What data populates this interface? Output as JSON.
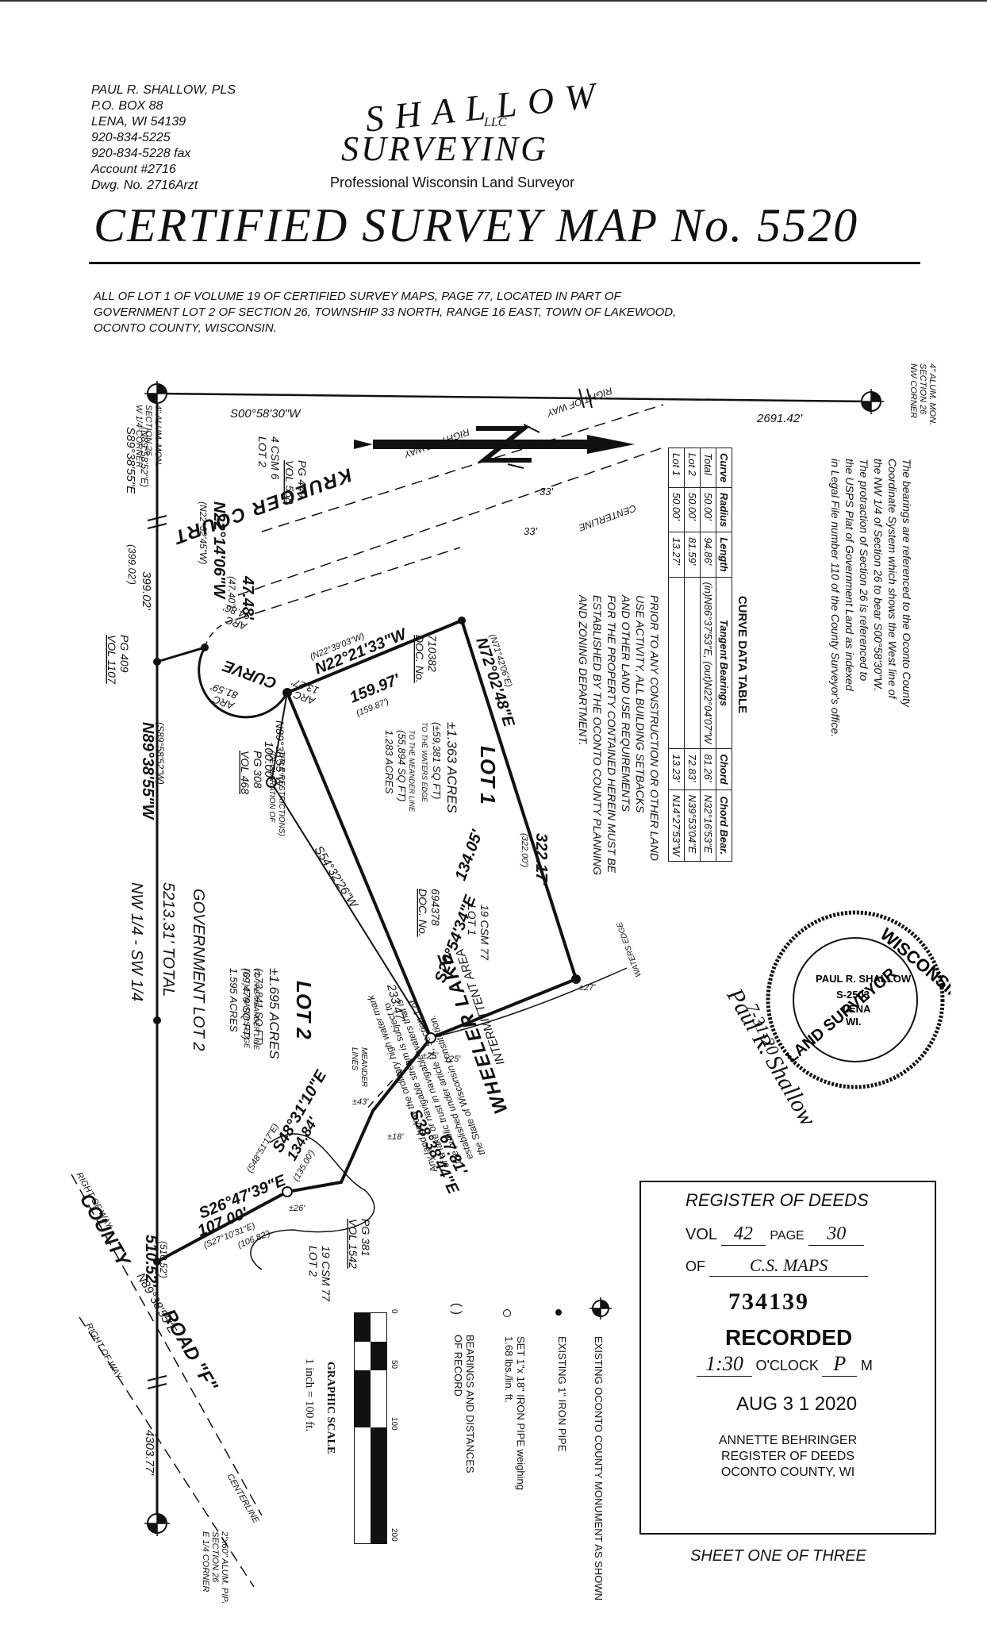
{
  "header": {
    "contact_lines": [
      "PAUL R. SHALLOW, PLS",
      "P.O. BOX 88",
      "LENA, WI 54139",
      "920-834-5225",
      "920-834-5228 fax",
      "Account #2716",
      "Dwg. No. 2716Arzt"
    ],
    "logo_shallow": "SHALLOW",
    "logo_llc": "LLC",
    "logo_surveying": "SURVEYING",
    "logo_tagline": "Professional Wisconsin Land Surveyor",
    "map_title": "CERTIFIED SURVEY MAP No. 5520"
  },
  "description": [
    "ALL OF LOT 1 OF VOLUME 19 OF CERTIFIED SURVEY MAPS, PAGE 77, LOCATED IN PART OF",
    "GOVERNMENT LOT 2 OF SECTION 26, TOWNSHIP 33 NORTH, RANGE 16 EAST, TOWN OF LAKEWOOD,",
    "OCONTO COUNTY, WISCONSIN."
  ],
  "plat": {
    "w_quarter_corner": [
      "W 1/4 CORNER",
      "SECTION 26",
      "4\" ALUM. MON."
    ],
    "nw_corner": [
      "NW CORNER",
      "SECTION 26",
      "4\" ALUM. MON."
    ],
    "e_quarter_corner": [
      "E 1/4 CORNER",
      "SECTION 26",
      "2\"x60\" ALUM. PIPE"
    ],
    "top_bearing": "S00°58'30\"W",
    "top_distance": "2691.42'",
    "west_bearing_1": "S89°38'55\"E",
    "west_bearing_1_record": "(N89°58'52\"E)",
    "west_dist_1": "399.02'",
    "west_dist_1_record": "(399.02')",
    "lot2_csm6": [
      "LOT 2",
      "4 CSM 6"
    ],
    "vol558": [
      "VOL 558",
      "PG 449"
    ],
    "vol1107": [
      "VOL 1107",
      "PG 409"
    ],
    "vol468": [
      "VOL 468",
      "PG 308"
    ],
    "declaration": [
      "(DECLARATION OF",
      "TITLE RESTRICTIONS)"
    ],
    "n22_record": "(N22°32'45\"W)",
    "n22_bearing": "N22°14'06\"W",
    "n22_dist_record": "(47.40')",
    "n22_dist": "47.48'",
    "n89_bearing": "N89°38'55\"W",
    "n89_record": "(S89°58'52\"W)",
    "nw_sw_label": "NW 1/4 - SW 1/4",
    "total_dist": "5213.31' TOTAL",
    "gov_lot": "GOVERNMENT LOT 2",
    "dist_510": "510.52'",
    "dist_510_record": "(510.52')",
    "krueger_court": "KRUEGER COURT",
    "right_of_way": "RIGHT OF WAY",
    "centerline": "CENTERLINE",
    "dim_33": "33'",
    "curve_label": "CURVE",
    "arc_9486": [
      "ARC",
      "94.86'"
    ],
    "arc_8159": [
      "ARC",
      "81.59'"
    ],
    "arc_1327": [
      "ARC",
      "13.27'"
    ],
    "n22_21": "N22°21'33\"W",
    "n22_21_record": "(N22°39'03\"W)",
    "n89_inner": "N89°38'55\"W",
    "dist_100": "100.00'",
    "dist_15997": "159.97'",
    "dist_15987": "(159.87')",
    "doc_710382": [
      "DOC. No.",
      "710382"
    ],
    "n72_bearing": "N72°02'48\"E",
    "n72_record": "(N71°42'06\"E)",
    "dist_32217": "322.17'",
    "dist_32200": "(322.00')",
    "lot1_label": "LOT 1",
    "lot1_area": [
      "±1.363 ACRES",
      "(±59,381 SQ FT)",
      "TO THE WATERS EDGE"
    ],
    "lot1_meander": [
      "1.283 ACRES",
      "(55,894 SQ FT)",
      "TO THE MEANDER LINE"
    ],
    "s54_bearing": "S54°32'26\"W",
    "doc_694378": [
      "DOC. No.",
      "694378"
    ],
    "lot1_csm77": [
      "LOT 1",
      "19 CSM 77"
    ],
    "lot2_label": "LOT 2",
    "lot2_area": [
      "±1.695 ACRES",
      "(±73,841 SQ FT)",
      "TO THE WATERS EDGE"
    ],
    "lot2_meander": [
      "1.595 ACRES",
      "(69,479 SQ FT)",
      "TO THE MEANDER LINE"
    ],
    "dist_23347": "233.47'",
    "meander_lines": [
      "MEANDER",
      "LINES"
    ],
    "s20_bearing": "S20°54'34\"E",
    "dist_13405": "134.05'",
    "waters_edge": "WATERS EDGE",
    "intermittent": "INTERMITTENT AREA",
    "wheeler_lake": "WHEELER LAKE",
    "s38_bearing": "S38°38'44\"E",
    "dist_6781": "67.81'",
    "s48_bearing": "S48°31'10\"E",
    "dist_13484": "134.84'",
    "s48_record": "(S48°51'17\"E)",
    "dist_13500": "(135.00')",
    "s26_bearing": "S26°47'39\"E",
    "dist_10700": "107.00'",
    "s27_record": "(S27°10'31\"E)",
    "dist_10682": "(106.82')",
    "lot2_csm77": [
      "LOT 2",
      "19 CSM 77"
    ],
    "vol1542": [
      "VOL 1542",
      "PG 381"
    ],
    "county_label": "COUNTY",
    "road_f": "ROAD \"F\"",
    "n89_east": "N89°38'55\"E",
    "dist_430377": "4303.77'",
    "approx_27": "±27'",
    "approx_25": "±25'",
    "approx_43": "±43'",
    "approx_18": "±18'",
    "approx_26": "±26'",
    "approx_25b": "±25'"
  },
  "bearings_note": [
    "The bearings are referenced to the Oconto County",
    "Coordinate System which shows the West line of",
    "the NW 1/4 of Section 26 to bear S00°58'30\"W.",
    "The protraction of Section 26 is referenced to",
    "the USPS Plat of Government Land as indexed",
    "in Legal File number 110 of the County Surveyor's office."
  ],
  "planning_note": [
    "PRIOR TO ANY CONSTRUCTION OR OTHER LAND",
    "USE ACTIVITY, ALL BUILDING SETBACKS",
    "AND OTHER LAND USE REQUIREMENTS",
    "FOR THE PROPERTY CONTAINED HEREIN MUST BE",
    "ESTABLISHED BY THE OCONTO COUNTY PLANNING",
    "AND ZONING DEPARTMENT."
  ],
  "lake_note": [
    "Any land below the ordinary high water mark",
    "of a lake or navigable stream is subject to",
    "the public trust in navigable waters that is",
    "established under article IX, section 1 of",
    "the State of Wisconsin constitution."
  ],
  "curve_table": {
    "title": "CURVE DATA TABLE",
    "headers": [
      "Curve",
      "Radius",
      "Length",
      "Tangent Bearings",
      "Chord",
      "Chord Bear."
    ],
    "rows": [
      [
        "Total",
        "50.00'",
        "94.86'",
        "(in)N86°37'53\"E, (out)N22°04'07\"W",
        "81.26'",
        "N32°16'53\"E"
      ],
      [
        "Lot 2",
        "50.00'",
        "81.59'",
        "",
        "72.83'",
        "N39°53'04\"E"
      ],
      [
        "Lot 1",
        "50.00'",
        "13.27'",
        "",
        "13.23'",
        "N14°27'53\"W"
      ]
    ]
  },
  "seal": {
    "ring_text": "WISCONSIN",
    "ring_text_2": "LAND SURVEYOR",
    "name": "PAUL R. SHALLOW",
    "number": "S-2503",
    "city": [
      "LENA",
      "WI."
    ],
    "signature": "Paul R. Shallow",
    "date": "7-31-20"
  },
  "register": {
    "title": "REGISTER OF DEEDS",
    "vol_label": "VOL",
    "vol_value": "42",
    "page_label": "PAGE",
    "page_value": "30",
    "of_label": "OF",
    "of_value": "C.S. MAPS",
    "doc_number": "734139",
    "recorded": "RECORDED",
    "time_value": "1:30",
    "oclock": "O'CLOCK",
    "ampm": "P",
    "m": "M",
    "date": "AUG 3 1 2020",
    "officer": [
      "ANNETTE BEHRINGER",
      "REGISTER OF DEEDS",
      "OCONTO COUNTY, WI"
    ]
  },
  "legend": {
    "items": [
      "EXISTING OCONTO COUNTY MONUMENT AS SHOWN",
      "EXISTING 1\" IRON PIPE",
      "SET 1\"x 18\" IRON PIPE weighing 1.68 lbs./lin. ft.",
      "BEARINGS AND DISTANCES OF RECORD"
    ],
    "record_symbol": "( )"
  },
  "scale": {
    "title": "GRAPHIC SCALE",
    "ratio": "1 inch = 100 ft.",
    "ticks": [
      "0",
      "50",
      "100",
      "200"
    ]
  },
  "sheet": "SHEET ONE OF THREE"
}
